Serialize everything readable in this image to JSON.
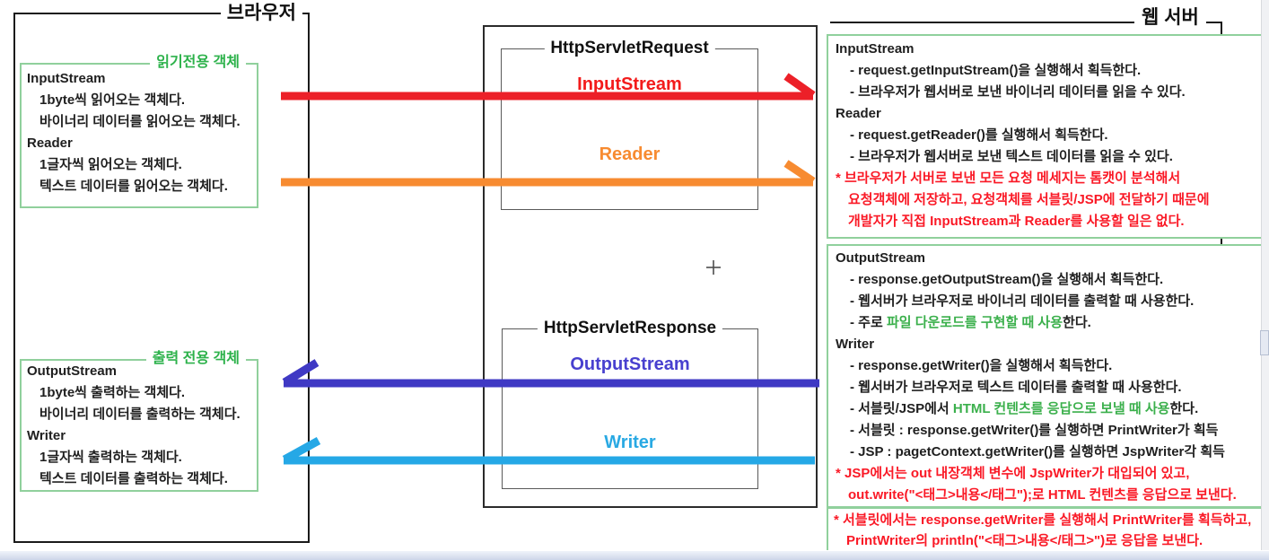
{
  "browser": {
    "title": "브라우저",
    "read_box": {
      "label": "읽기전용 객체",
      "h1": "InputStream",
      "l1": "1byte씩 읽어오는 객체다.",
      "l2": "바이너리 데이터를 읽어오는 객체다.",
      "h2": "Reader",
      "l3": "1글자씩 읽어오는 객체다.",
      "l4": "텍스트 데이터를 읽어오는 객체다."
    },
    "write_box": {
      "label": "출력 전용 객체",
      "h1": "OutputStream",
      "l1": "1byte씩 출력하는 객체다.",
      "l2": "바이너리 데이터를 출력하는 객체다.",
      "h2": "Writer",
      "l3": "1글자씩 출력하는 객체다.",
      "l4": "텍스트 데이터를 출력하는 객체다."
    }
  },
  "request": {
    "title": "HttpServletRequest",
    "input_label": "InputStream",
    "reader_label": "Reader"
  },
  "response": {
    "title": "HttpServletResponse",
    "output_label": "OutputStream",
    "writer_label": "Writer"
  },
  "server": {
    "title": "웹 서버",
    "box1": {
      "h1": "InputStream",
      "l1": "- request.getInputStream()을 실행해서 획득한다.",
      "l2": "- 브라우저가 웹서버로 보낸 바이너리 데이터를 읽을 수 있다.",
      "h2": "Reader",
      "l3": "- request.getReader()를 실행해서 획득한다.",
      "l4": "- 브라우저가 웹서버로 보낸 텍스트 데이터를 읽을 수 있다.",
      "r1": "* 브라우저가 서버로 보낸 모든 요청 메세지는 톰캣이 분석해서",
      "r2": "요청객체에 저장하고, 요청객체를 서블릿/JSP에 전달하기 때문에",
      "r3": "개발자가 직접 InputStream과 Reader를 사용할 일은 없다."
    },
    "box2": {
      "h1": "OutputStream",
      "l1": "- response.getOutputStream()을 실행해서 획득한다.",
      "l2": "- 웹서버가 브라우저로 바이너리 데이터를 출력할 때 사용한다.",
      "l3a": "- 주로 ",
      "l3b": "파일 다운로드를 구현할 때 사용",
      "l3c": "한다.",
      "h2": "Writer",
      "l4": "- response.getWriter()을 실행해서 획득한다.",
      "l5": "- 웹서버가 브라우저로 텍스트 데이터를 출력할 때 사용한다.",
      "l6a": "- 서블릿/JSP에서 ",
      "l6b": "HTML 컨텐츠를 응답으로 보낼 때 사용",
      "l6c": "한다.",
      "l7": "- 서블릿 : response.getWriter()를 실행하면 PrintWriter가 획득",
      "l8": "- JSP : pagetContext.getWriter()를 실행하면 JspWriter각 획득",
      "r1": "* JSP에서는 out 내장객체 변수에 JspWriter가 대입되어 있고,",
      "r2": "out.write(\"<태그>내용</태그\");로 HTML 컨텐츠를 응답으로 보낸다."
    },
    "box3": {
      "r1": "* 서블릿에서는 response.getWriter를 실행해서 PrintWriter를 획득하고,",
      "r2": "PrintWriter의 println(\"<태그>내용</태그>\")로 응답을 보낸다."
    }
  },
  "arrows": {
    "input_stream": {
      "direction": "right",
      "color": "#ec2028"
    },
    "reader": {
      "direction": "right",
      "color": "#f78b31"
    },
    "output_stream": {
      "direction": "left",
      "color": "#3f39c4"
    },
    "writer": {
      "direction": "left",
      "color": "#25a8e6"
    }
  },
  "colors": {
    "red_accent": "#f31b1b",
    "orange_accent": "#f78b31",
    "indigo_accent": "#4840cf",
    "cyan_accent": "#29a9e3",
    "green_accent": "#2db24b",
    "green_border": "#90d09c",
    "red_note": "#fa1926"
  }
}
